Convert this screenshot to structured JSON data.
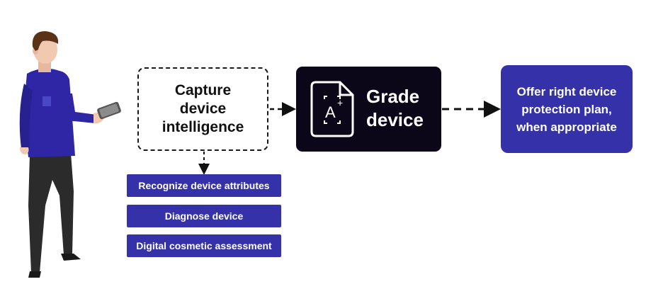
{
  "diagram": {
    "capture": {
      "label": "Capture device intelligence"
    },
    "sub_steps": [
      {
        "label": "Recognize device attributes"
      },
      {
        "label": "Diagnose device"
      },
      {
        "label": "Digital cosmetic assessment"
      }
    ],
    "grade": {
      "label": "Grade device",
      "icon": "grade-document-icon"
    },
    "offer": {
      "label": "Offer right device protection plan, when appropriate"
    }
  },
  "colors": {
    "primary": "#3531a8",
    "dark": "#0b0618",
    "shirt": "#2f26a6",
    "pants": "#2b2b2b",
    "hair": "#5a3218",
    "skin": "#f0c9b0"
  }
}
